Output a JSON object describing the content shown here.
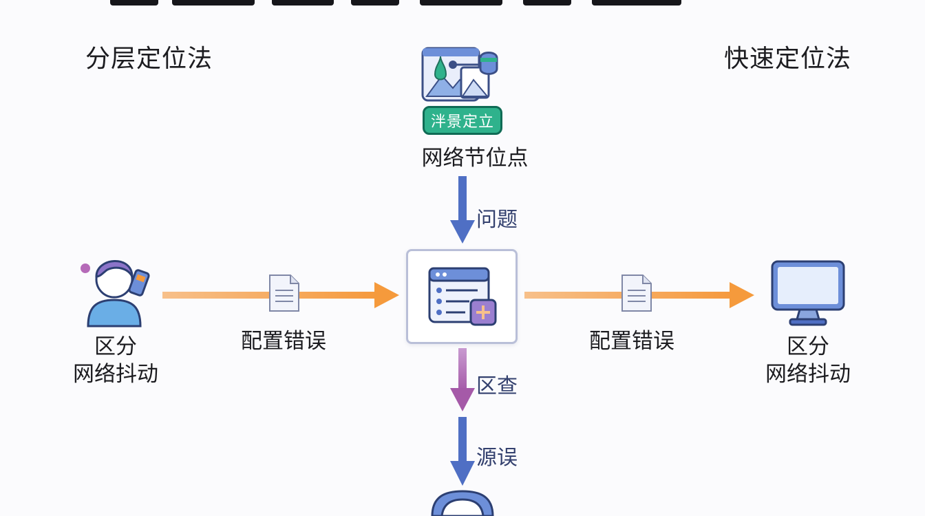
{
  "labels": {
    "left_method": "分层定位法",
    "right_method": "快速定位法",
    "badge": "泮景定立",
    "top_node": "网络节位点",
    "arrow_top": "问题",
    "left_edge": "配置错误",
    "right_edge": "配置错误",
    "arrow_mid": "区查",
    "arrow_bottom": "源误",
    "left_node_line1": "区分",
    "left_node_line2": "网络抖动",
    "right_node_line1": "区分",
    "right_node_line2": "网络抖动"
  },
  "colors": {
    "orange_arrow": "#f59a3c",
    "blue_arrow": "#4f6fc4",
    "purple_arrow": "#a55aa8",
    "badge_green": "#2fb28c",
    "icon_blue": "#6d8fd9"
  }
}
